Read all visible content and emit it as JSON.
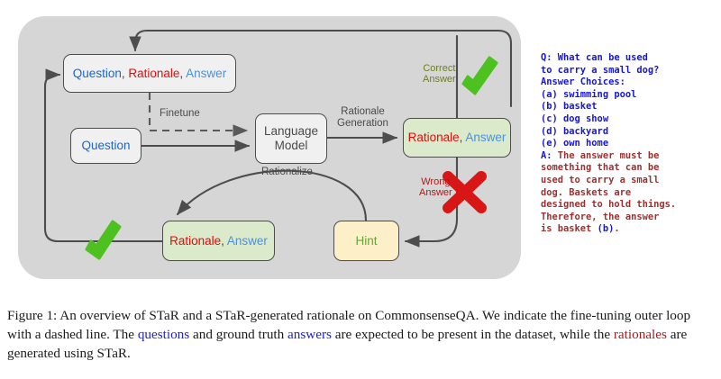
{
  "figure": {
    "panel_color": "#d6d6d6",
    "nodes": {
      "qra_top": {
        "segments": [
          {
            "text": "Question",
            "role": "question"
          },
          {
            "text": ", ",
            "role": "plain"
          },
          {
            "text": "Rationale",
            "role": "rationale"
          },
          {
            "text": ", ",
            "role": "plain"
          },
          {
            "text": "Answer",
            "role": "answer"
          }
        ]
      },
      "question": {
        "segments": [
          {
            "text": "Question",
            "role": "question"
          }
        ]
      },
      "language_model": {
        "line1": "Language",
        "line2": "Model"
      },
      "rationale_answer_right": {
        "segments": [
          {
            "text": "Rationale",
            "role": "rationale"
          },
          {
            "text": ", ",
            "role": "plain"
          },
          {
            "text": "Answer",
            "role": "answer"
          }
        ]
      },
      "rationale_answer_bottom": {
        "segments": [
          {
            "text": "Rationale",
            "role": "rationale"
          },
          {
            "text": ", ",
            "role": "plain"
          },
          {
            "text": "Answer",
            "role": "answer"
          }
        ]
      },
      "hint": {
        "label": "Hint"
      }
    },
    "edge_labels": {
      "finetune": "Finetune",
      "rationale_generation_line1": "Rationale",
      "rationale_generation_line2": "Generation",
      "rationalize": "Rationalize",
      "correct_answer_line1": "Correct",
      "correct_answer_line2": "Answer",
      "wrong_answer_line1": "Wrong",
      "wrong_answer_line2": "Answer"
    },
    "markers": {
      "check_right": "green-check-icon",
      "check_bottom": "green-check-icon",
      "cross": "red-cross-icon"
    },
    "colors": {
      "question_blue": "#1a66d0",
      "answer_blue": "#4a90e2",
      "rationale_red": "#e8090b",
      "hint_green": "#5fa832",
      "check_green": "#4cc11f",
      "cross_red": "#d81616",
      "correct_label": "#6b7f1f",
      "wrong_label": "#b01818"
    }
  },
  "qa_panel": {
    "lines": [
      [
        {
          "text": "Q: What can be used",
          "color": "blue"
        }
      ],
      [
        {
          "text": "to carry a small dog?",
          "color": "blue"
        }
      ],
      [
        {
          "text": "Answer Choices:",
          "color": "blue"
        }
      ],
      [
        {
          "text": "(a) swimming pool",
          "color": "blue"
        }
      ],
      [
        {
          "text": "(b) basket",
          "color": "blue"
        }
      ],
      [
        {
          "text": "(c) dog show",
          "color": "blue"
        }
      ],
      [
        {
          "text": "(d) backyard",
          "color": "blue"
        }
      ],
      [
        {
          "text": "(e) own home",
          "color": "blue"
        }
      ],
      [
        {
          "text": "A:",
          "color": "blue"
        },
        {
          "text": " The answer must be",
          "color": "red"
        }
      ],
      [
        {
          "text": "something that can be",
          "color": "red"
        }
      ],
      [
        {
          "text": "used to carry a small",
          "color": "red"
        }
      ],
      [
        {
          "text": "dog. Baskets are",
          "color": "red"
        }
      ],
      [
        {
          "text": "designed to hold things.",
          "color": "red"
        }
      ],
      [
        {
          "text": "Therefore, the answer",
          "color": "red"
        }
      ],
      [
        {
          "text": "is basket ",
          "color": "red"
        },
        {
          "text": "(b)",
          "color": "blue"
        },
        {
          "text": ".",
          "color": "red"
        }
      ]
    ]
  },
  "caption": {
    "segments": [
      {
        "text": "Figure 1: An overview of STaR and a STaR-generated rationale on CommonsenseQA. We indicate the fine-tuning outer loop with a dashed line. The ",
        "color": "black"
      },
      {
        "text": "questions",
        "color": "blue"
      },
      {
        "text": " and ground truth ",
        "color": "black"
      },
      {
        "text": "answers",
        "color": "blue"
      },
      {
        "text": " are expected to be present in the dataset, while the ",
        "color": "black"
      },
      {
        "text": "rationales",
        "color": "red"
      },
      {
        "text": " are generated using STaR.",
        "color": "black"
      }
    ]
  }
}
